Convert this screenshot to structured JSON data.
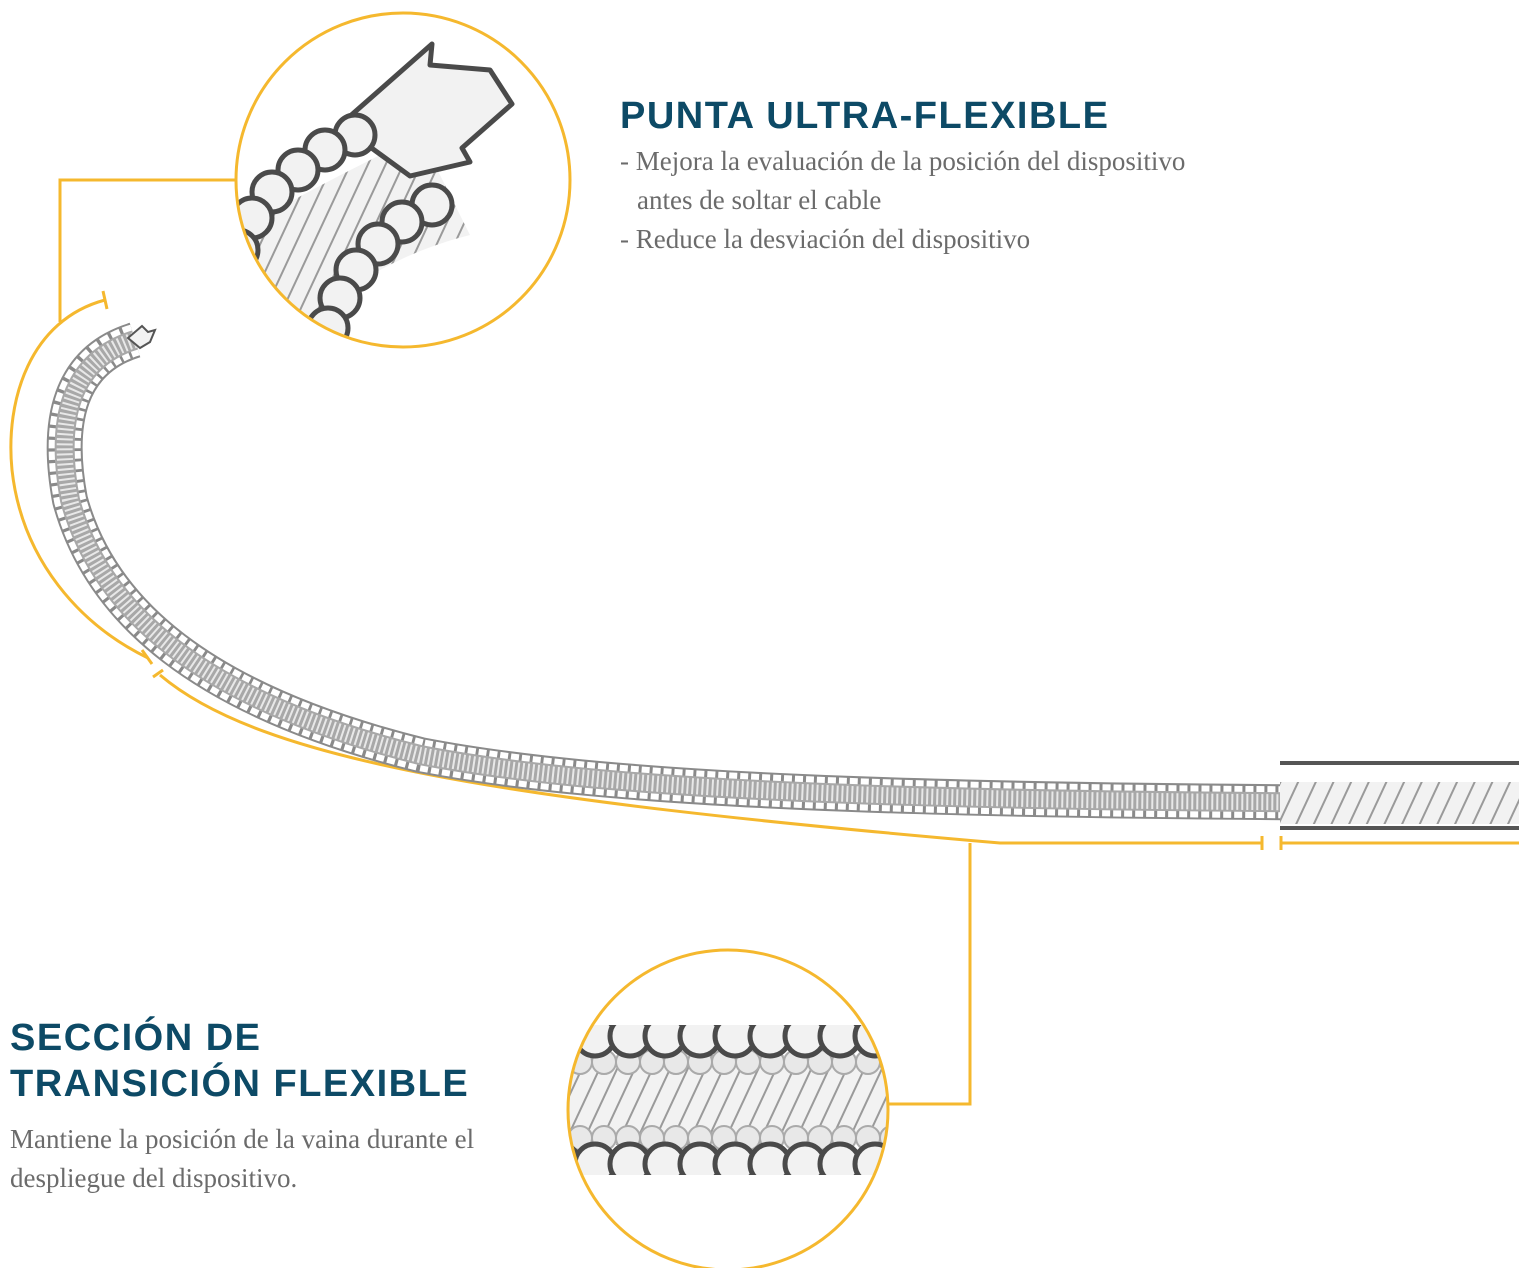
{
  "tip_section": {
    "title": "PUNTA ULTRA-FLEXIBLE",
    "bullets": [
      "- Mejora la evaluación de la posición del dispositivo antes de soltar el cable",
      "- Reduce la desviación del dispositivo"
    ]
  },
  "transition_section": {
    "title_line1": "SECCIÓN DE",
    "title_line2": "TRANSICIÓN FLEXIBLE",
    "description": "Mantiene la posición de la vaina durante el despliegue del dispositivo."
  },
  "colors": {
    "accent": "#f5b82e",
    "heading": "#0d4a66",
    "body_text": "#6b6b6b",
    "outline": "#4a4a4a",
    "fill": "#f2f2f2",
    "stripe": "#9a9a9a"
  }
}
